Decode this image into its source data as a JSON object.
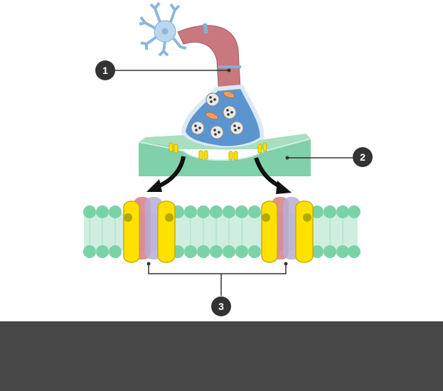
{
  "callouts": [
    {
      "number": "1"
    },
    {
      "number": "2"
    },
    {
      "number": "3"
    }
  ],
  "colors": {
    "axon": "#c9787f",
    "axon_dark": "#a85a62",
    "myelin": "#7fb0d8",
    "neuron_body": "#bcd6ee",
    "terminal_fill": "#5b95cf",
    "terminal_outline": "#dce9f6",
    "vesicle": "#e9e9e9",
    "mitochondria": "#e8a06a",
    "postsynaptic_top": "#a7dfc0",
    "postsynaptic_front": "#7fd0ab",
    "receptor": "#ffe100",
    "receptor_dark": "#c9b000",
    "lipid_head": "#7ad3a7",
    "lipid_tail": "#cfeee0",
    "channel_red": "#d97c86",
    "channel_lavender": "#b6aed3",
    "callout_badge": "#333333",
    "bottom_bar": "#474747"
  },
  "icons": [
    "neuron-icon",
    "synaptic-vesicle-icon",
    "mitochondria-icon",
    "receptor-icon",
    "arrow-icon"
  ]
}
